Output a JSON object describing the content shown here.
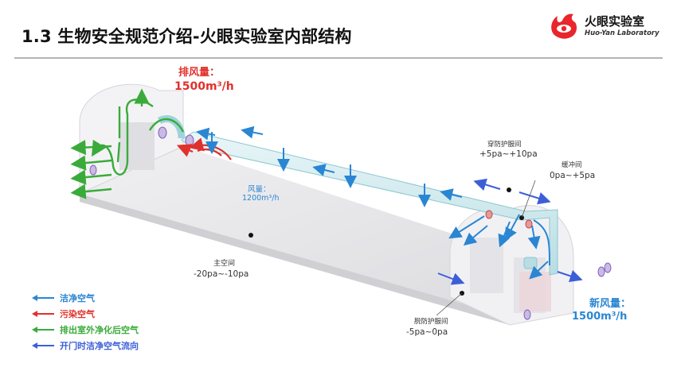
{
  "slide": {
    "title": "1.3 生物安全规范介绍-火眼实验室内部结构"
  },
  "logo": {
    "name_cn": "火眼实验室",
    "name_en": "Huo-Yan Laboratory"
  },
  "labels": {
    "exhaust_title": "排风量：",
    "exhaust_value": "1500m³/h",
    "air_volume_title": "风量：",
    "air_volume_value": "1200m³/h",
    "main_room_title": "主空间",
    "main_room_value": "-20pa~-10pa",
    "gown_room_title": "穿防护服间",
    "gown_room_value": "+5pa~+10pa",
    "buffer_room_title": "缓冲间",
    "buffer_room_value": "0pa~+5pa",
    "degown_room_title": "脱防护服间",
    "degown_room_value": "-5pa~0pa",
    "fresh_air_title": "新风量：",
    "fresh_air_value": "1500m³/h"
  },
  "legend": [
    {
      "label": "洁净空气",
      "color": "#2a86d3",
      "icon": "arrow-left-icon"
    },
    {
      "label": "污染空气",
      "color": "#e0312c",
      "icon": "arrow-left-icon"
    },
    {
      "label": "排出室外净化后空气",
      "color": "#3aab3a",
      "icon": "arrow-left-icon"
    },
    {
      "label": "开门时洁净空气流向",
      "color": "#3c5fd8",
      "icon": "arrow-left-icon"
    }
  ],
  "colors": {
    "clean_air": "#2a86d3",
    "polluted_air": "#e0312c",
    "exhaust_air": "#3aab3a",
    "door_air": "#3c5fd8"
  }
}
